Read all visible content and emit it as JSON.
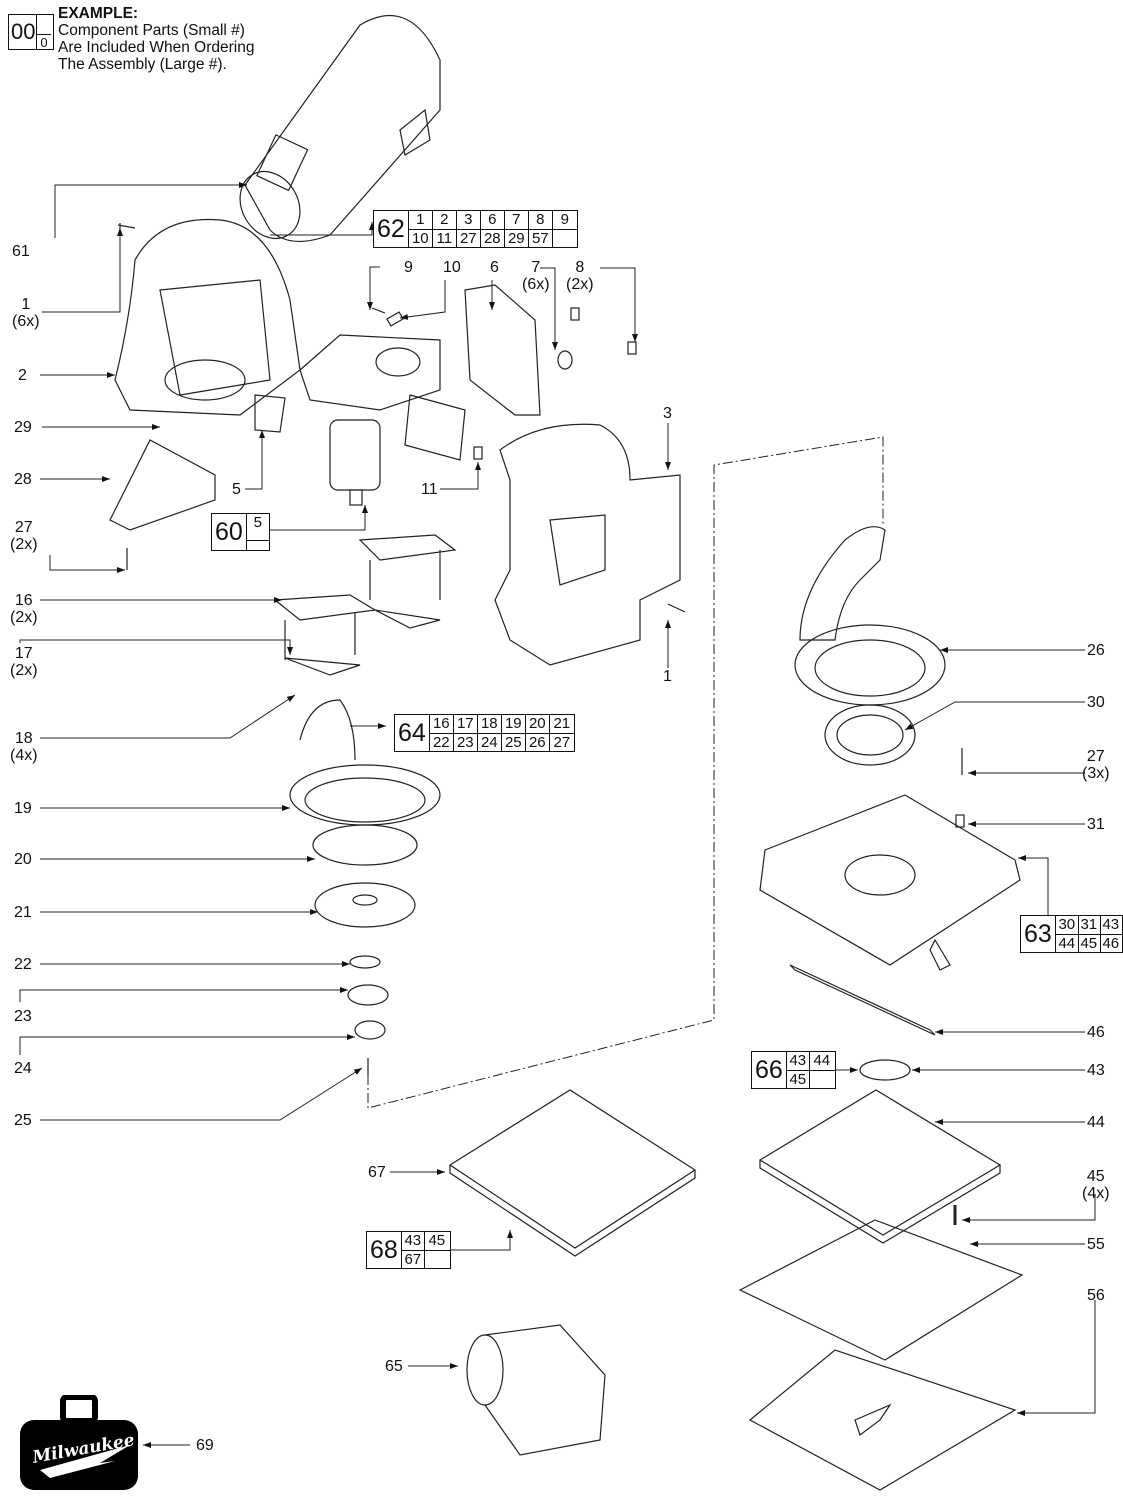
{
  "legend": {
    "big_number": "00",
    "small_number": "0",
    "title": "EXAMPLE:",
    "lines": [
      "Component Parts (Small #)",
      "Are Included When Ordering",
      "The Assembly (Large #)."
    ]
  },
  "brand": {
    "logo_text": "Milwaukee",
    "case_label": "69"
  },
  "assemblies": {
    "a62": {
      "number": "62",
      "parts": [
        "1",
        "2",
        "3",
        "6",
        "7",
        "8",
        "9",
        "10",
        "11",
        "27",
        "28",
        "29",
        "57",
        ""
      ]
    },
    "a60": {
      "number": "60",
      "parts": [
        "5",
        ""
      ]
    },
    "a64": {
      "number": "64",
      "parts": [
        "16",
        "17",
        "18",
        "19",
        "20",
        "21",
        "22",
        "23",
        "24",
        "25",
        "26",
        "27"
      ]
    },
    "a63": {
      "number": "63",
      "parts": [
        "30",
        "31",
        "43",
        "44",
        "45",
        "46"
      ]
    },
    "a66": {
      "number": "66",
      "parts": [
        "43",
        "44",
        "45",
        ""
      ]
    },
    "a68": {
      "number": "68",
      "parts": [
        "43",
        "45",
        "67",
        ""
      ]
    }
  },
  "labels": {
    "p61": {
      "num": "61",
      "qty": ""
    },
    "p1a": {
      "num": "1",
      "qty": "(6x)"
    },
    "p2": {
      "num": "2",
      "qty": ""
    },
    "p29": {
      "num": "29",
      "qty": ""
    },
    "p28": {
      "num": "28",
      "qty": ""
    },
    "p27a": {
      "num": "27",
      "qty": "(2x)"
    },
    "p9": {
      "num": "9",
      "qty": ""
    },
    "p10": {
      "num": "10",
      "qty": ""
    },
    "p6": {
      "num": "6",
      "qty": ""
    },
    "p7": {
      "num": "7",
      "qty": "(6x)"
    },
    "p8": {
      "num": "8",
      "qty": "(2x)"
    },
    "p5": {
      "num": "5",
      "qty": ""
    },
    "p11": {
      "num": "11",
      "qty": ""
    },
    "p3": {
      "num": "3",
      "qty": ""
    },
    "p1b": {
      "num": "1",
      "qty": ""
    },
    "p16": {
      "num": "16",
      "qty": "(2x)"
    },
    "p17": {
      "num": "17",
      "qty": "(2x)"
    },
    "p18": {
      "num": "18",
      "qty": "(4x)"
    },
    "p19": {
      "num": "19",
      "qty": ""
    },
    "p20": {
      "num": "20",
      "qty": ""
    },
    "p21": {
      "num": "21",
      "qty": ""
    },
    "p22": {
      "num": "22",
      "qty": ""
    },
    "p23": {
      "num": "23",
      "qty": ""
    },
    "p24": {
      "num": "24",
      "qty": ""
    },
    "p25": {
      "num": "25",
      "qty": ""
    },
    "p26": {
      "num": "26",
      "qty": ""
    },
    "p30": {
      "num": "30",
      "qty": ""
    },
    "p27b": {
      "num": "27",
      "qty": "(3x)"
    },
    "p31": {
      "num": "31",
      "qty": ""
    },
    "p46": {
      "num": "46",
      "qty": ""
    },
    "p43": {
      "num": "43",
      "qty": ""
    },
    "p44": {
      "num": "44",
      "qty": ""
    },
    "p45": {
      "num": "45",
      "qty": "(4x)"
    },
    "p55": {
      "num": "55",
      "qty": ""
    },
    "p56": {
      "num": "56",
      "qty": ""
    },
    "p67": {
      "num": "67",
      "qty": ""
    },
    "p65": {
      "num": "65",
      "qty": ""
    }
  }
}
